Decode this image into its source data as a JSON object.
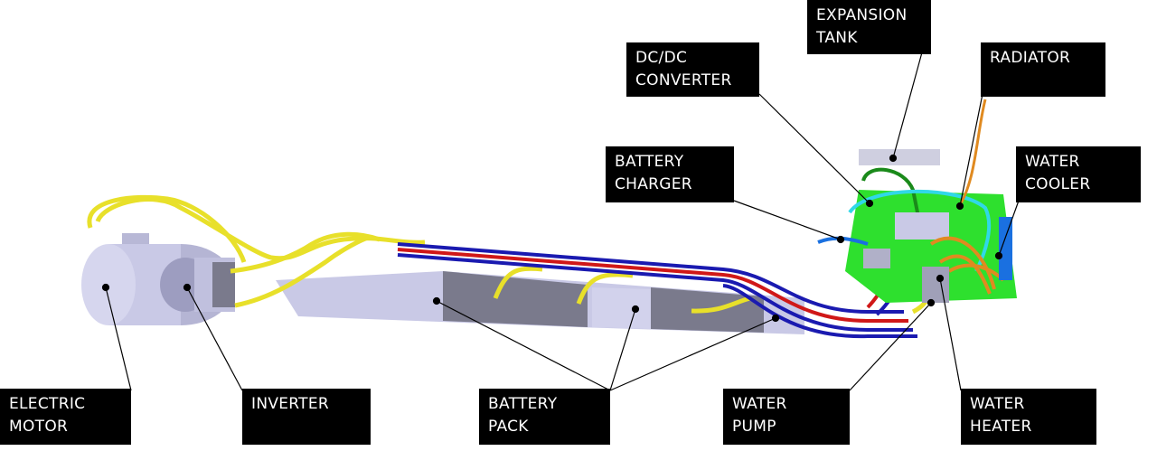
{
  "labels": {
    "expansion_tank": [
      "EXPANSION",
      "TANK"
    ],
    "dcdc_converter": [
      "DC/DC",
      "CONVERTER"
    ],
    "radiator": [
      "RADIATOR"
    ],
    "battery_charger": [
      "BATTERY",
      "CHARGER"
    ],
    "water_cooler": [
      "WATER",
      "COOLER"
    ],
    "electric_motor": [
      "ELECTRIC",
      "MOTOR"
    ],
    "inverter": [
      "INVERTER"
    ],
    "battery_pack": [
      "BATTERY",
      "PACK"
    ],
    "water_pump": [
      "WATER",
      "PUMP"
    ],
    "water_heater": [
      "WATER",
      "HEATER"
    ]
  },
  "colors": {
    "label_bg": "#000000",
    "label_text": "#ffffff",
    "component_body": "#c9c9e6",
    "component_dark": "#7a7a8c",
    "cable_yellow": "#e8e02a",
    "hose_red": "#d01818",
    "hose_blue": "#1a1ab0",
    "panel_green": "#2ee02e",
    "hose_cyan": "#30d8e8",
    "hose_orange": "#e08a20"
  }
}
